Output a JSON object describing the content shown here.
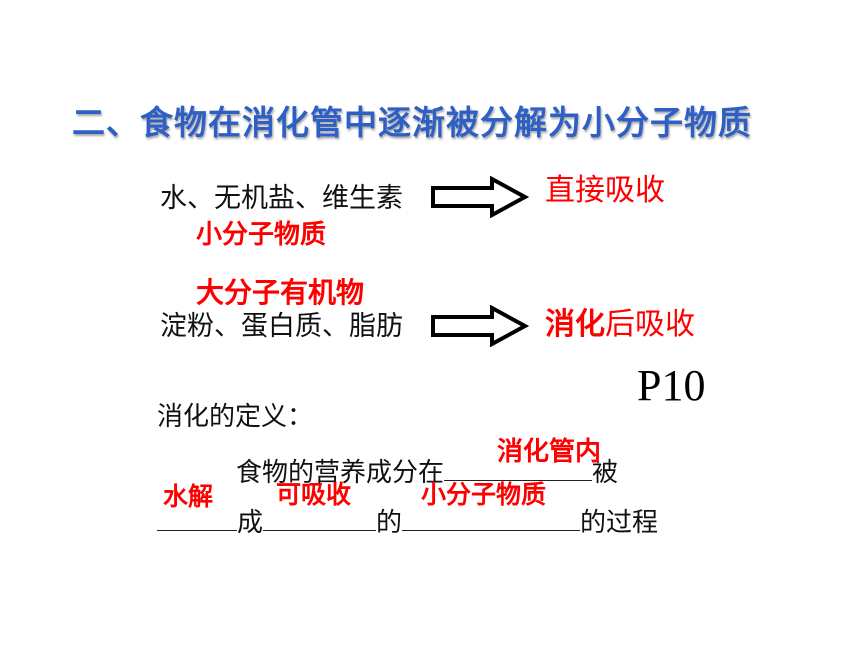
{
  "title": "二、食物在消化管中逐渐被分解为小分子物质",
  "row1": {
    "left": "水、无机盐、维生素",
    "right": "直接吸收",
    "annotation": "小分子物质"
  },
  "row2": {
    "annotation": "大分子有机物",
    "left": "淀粉、蛋白质、脂肪",
    "right_bold": "消化",
    "right_rest": "后吸收"
  },
  "page_ref": "P10",
  "definition": {
    "heading": "消化的定义：",
    "line1_text": "食物的营养成分在",
    "line1_end": "被",
    "line2_cheng": "成",
    "line2_de": "的",
    "line2_end": "的过程",
    "answers": {
      "place": "消化管内",
      "process": "水解",
      "state": "可吸收",
      "product": "小分子物质"
    }
  },
  "colors": {
    "title": "#2E5FC4",
    "answer": "#FF0000",
    "text": "#111111"
  }
}
